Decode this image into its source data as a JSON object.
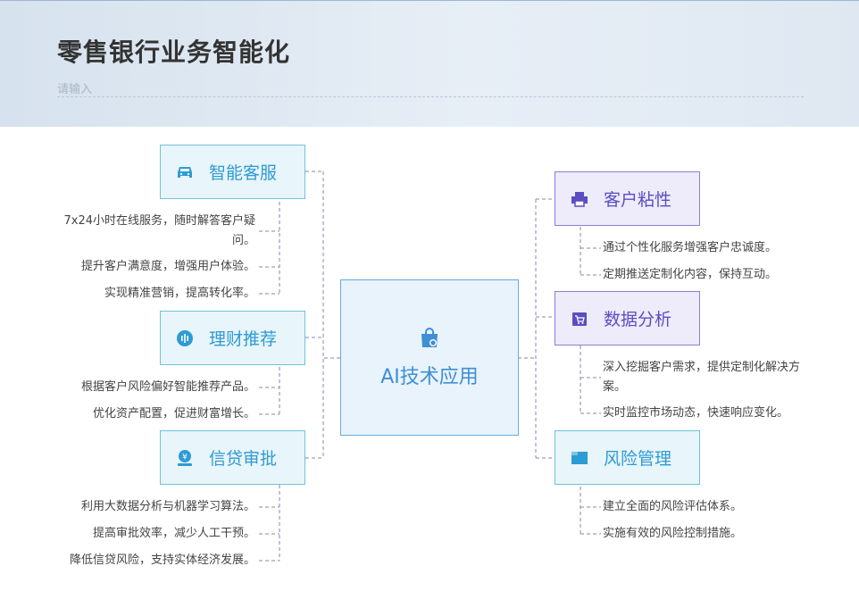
{
  "page": {
    "title": "零售银行业务智能化",
    "search_placeholder": "请输入"
  },
  "center": {
    "label": "AI技术应用",
    "icon": "shopping-bag-icon"
  },
  "left_branches": [
    {
      "label": "智能客服",
      "icon": "car-icon",
      "items": [
        "7x24小时在线服务，随时解答客户疑问。",
        "提升客户满意度，增强用户体验。",
        "实现精准营销，提高转化率。"
      ]
    },
    {
      "label": "理财推荐",
      "icon": "chat-bubble-icon",
      "items": [
        "根据客户风险偏好智能推荐产品。",
        "优化资产配置，促进财富增长。"
      ]
    },
    {
      "label": "信贷审批",
      "icon": "money-hand-icon",
      "items": [
        "利用大数据分析与机器学习算法。",
        "提高审批效率，减少人工干预。",
        "降低信贷风险，支持实体经济发展。"
      ]
    }
  ],
  "right_branches": [
    {
      "label": "客户粘性",
      "icon": "printer-icon",
      "items": [
        "通过个性化服务增强客户忠诚度。",
        "定期推送定制化内容，保持互动。"
      ]
    },
    {
      "label": "数据分析",
      "icon": "cart-icon",
      "items": [
        "深入挖掘客户需求，提供定制化解决方案。",
        "实时监控市场动态，快速响应变化。"
      ]
    },
    {
      "label": "风险管理",
      "icon": "window-icon",
      "items": [
        "建立全面的风险评估体系。",
        "实施有效的风险控制措施。"
      ]
    }
  ],
  "colors": {
    "left_accent": "#2d9bd4",
    "right_accent": "#5a4ec0",
    "center_accent": "#3f8fd4",
    "connector": "#8d86a8"
  }
}
